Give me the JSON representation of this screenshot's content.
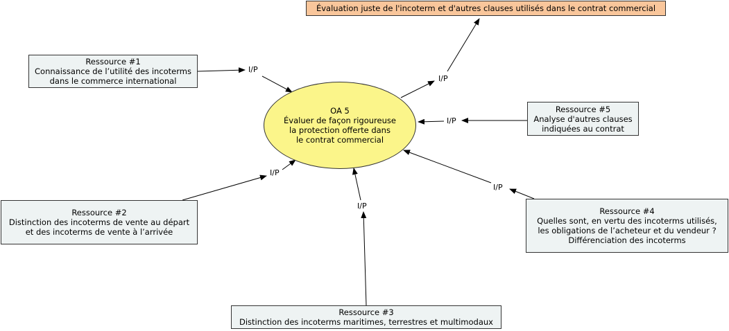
{
  "goal": {
    "text": "Évaluation juste de l'incoterm et d'autres clauses utilisés dans le contrat commercial"
  },
  "center": {
    "lines": [
      "OA 5",
      "Évaluer de façon rigoureuse",
      "la protection offerte dans",
      "le contrat commercial"
    ]
  },
  "resources": {
    "r1": {
      "title": "Ressource #1",
      "lines": [
        "Connaissance de l’utilité des incoterms",
        "dans le commerce international"
      ]
    },
    "r2": {
      "title": "Ressource #2",
      "lines": [
        "Distinction des incoterms de vente au départ",
        "et des incoterms de vente à l’arrivée"
      ]
    },
    "r3": {
      "title": "Ressource #3",
      "lines": [
        "Distinction des incoterms maritimes, terrestres et multimodaux"
      ]
    },
    "r4": {
      "title": "Ressource #4",
      "lines": [
        "Quelles sont, en vertu des incoterms utilisés,",
        "les obligations de l’acheteur et du vendeur ?",
        "Différenciation des incoterms"
      ]
    },
    "r5": {
      "title": "Ressource #5",
      "lines": [
        "Analyse d'autres clauses",
        "indiquées au contrat"
      ]
    }
  },
  "edge_labels": {
    "r1": "I/P",
    "r2": "I/P",
    "r3": "I/P",
    "r4": "I/P",
    "r5": "I/P",
    "goal": "I/P"
  },
  "colors": {
    "goal_fill": "#f9c69b",
    "center_fill": "#fbf58a",
    "resource_fill": "#eef3f3",
    "line": "#000000"
  }
}
